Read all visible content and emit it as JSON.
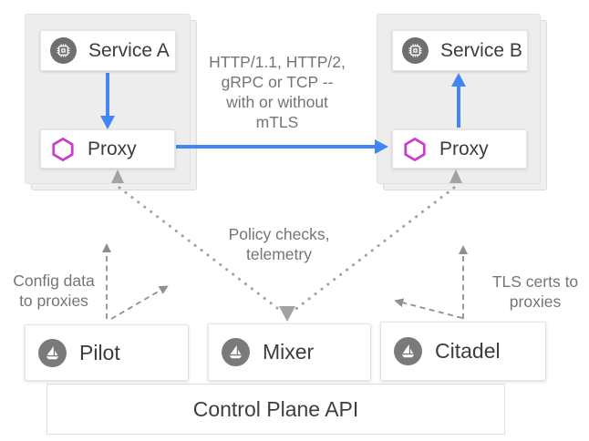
{
  "colors": {
    "arrow_blue": "#4285f4",
    "proxy_hexagon": "#cb3ccf",
    "service_icon_bg": "#6f6f6f",
    "istio_icon_bg": "#7a7a7a",
    "pod_fill": "#ededed",
    "dotted_gray": "#a2a2a2",
    "dashed_gray": "#8f8f8f",
    "annotation_text": "#757575",
    "node_text": "#3c3c3c"
  },
  "nodes": {
    "service_a": {
      "label": "Service A",
      "icon": "chip-icon"
    },
    "proxy_left": {
      "label": "Proxy",
      "icon": "hexagon-icon"
    },
    "service_b": {
      "label": "Service B",
      "icon": "chip-icon"
    },
    "proxy_right": {
      "label": "Proxy",
      "icon": "hexagon-icon"
    },
    "pilot": {
      "label": "Pilot",
      "icon": "istio-sailboat-icon"
    },
    "mixer": {
      "label": "Mixer",
      "icon": "istio-sailboat-icon"
    },
    "citadel": {
      "label": "Citadel",
      "icon": "istio-sailboat-icon"
    },
    "control_plane_api": {
      "label": "Control Plane API"
    }
  },
  "annotations": {
    "traffic_protocols": "HTTP/1.1, HTTP/2,\ngRPC or TCP --\nwith or without\nmTLS",
    "policy_telemetry": "Policy checks,\ntelemetry",
    "config_data": "Config data\nto proxies",
    "tls_certs": "TLS certs to\nproxies"
  }
}
